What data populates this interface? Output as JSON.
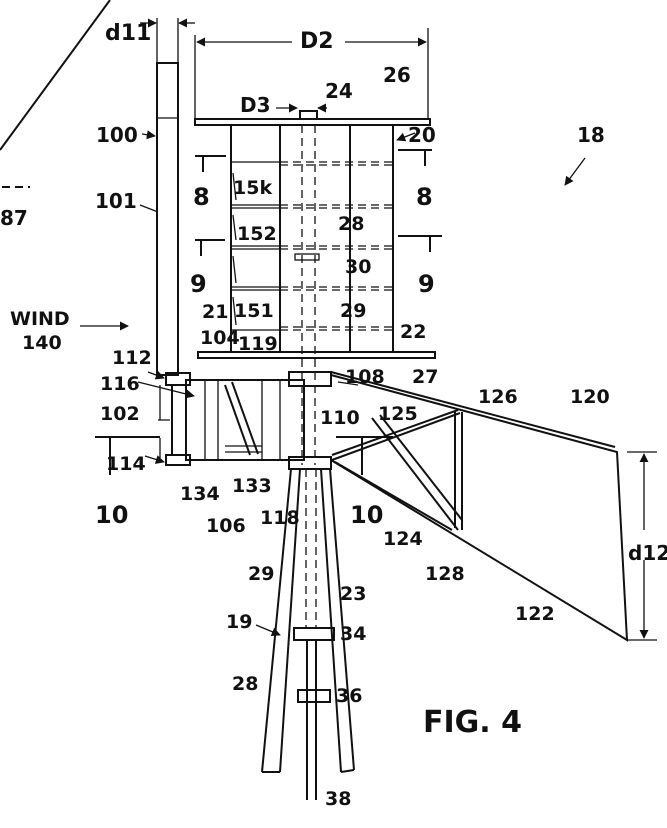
{
  "figure": {
    "caption": "FIG. 4",
    "labels": {
      "d11": "d11",
      "D2": "D2",
      "D3": "D3",
      "n24": "24",
      "n26": "26",
      "n20": "20",
      "n18": "18",
      "n100": "100",
      "n101": "101",
      "n87": "87",
      "s8a": "8",
      "s8b": "8",
      "n15k": "15k",
      "n152": "152",
      "n28a": "28",
      "s9a": "9",
      "s9b": "9",
      "n30": "30",
      "wind": "WIND",
      "n140": "140",
      "n21": "21",
      "n151": "151",
      "n29a": "29",
      "n22": "22",
      "n104": "104",
      "n119": "119",
      "n112": "112",
      "n108": "108",
      "n27": "27",
      "n116": "116",
      "n126": "126",
      "n120": "120",
      "n102": "102",
      "n110": "110",
      "n125": "125",
      "n114": "114",
      "n134": "134",
      "n133": "133",
      "s10a": "10",
      "s10b": "10",
      "n106": "106",
      "n118": "118",
      "n124": "124",
      "n128": "128",
      "d12": "d12",
      "n29b": "29",
      "n23": "23",
      "n122": "122",
      "n19": "19",
      "n34": "34",
      "n28b": "28",
      "n36": "36",
      "n38": "38"
    }
  }
}
